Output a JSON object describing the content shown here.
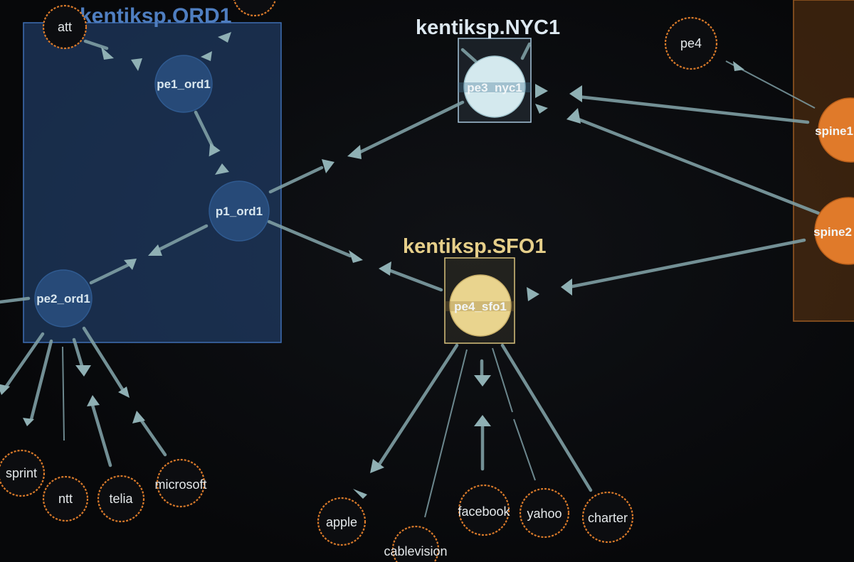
{
  "groups": {
    "ord": {
      "title": "kentiksp.ORD1"
    },
    "nyc": {
      "title": "kentiksp.NYC1"
    },
    "sfo": {
      "title": "kentiksp.SFO1"
    }
  },
  "routers": {
    "pe1_ord1": "pe1_ord1",
    "p1_ord1": "p1_ord1",
    "pe2_ord1": "pe2_ord1",
    "pe3_nyc1": "pe3_nyc1",
    "pe4_sfo1": "pe4_sfo1",
    "spine1": "spine1",
    "spine2": "spine2"
  },
  "peers": {
    "att": "att",
    "pe4": "pe4",
    "sprint": "sprint",
    "ntt": "ntt",
    "telia": "telia",
    "microsoft": "microsoft",
    "apple": "apple",
    "cablevision": "cablevision",
    "facebook": "facebook",
    "yahoo": "yahoo",
    "charter": "charter"
  },
  "colors": {
    "ord": "#274a78",
    "nyc": "#d4e9ee",
    "sfo": "#e9d48e",
    "spine": "#e07a2a",
    "peer_ring": "#d97a2a",
    "link": "#7e9ea4"
  }
}
